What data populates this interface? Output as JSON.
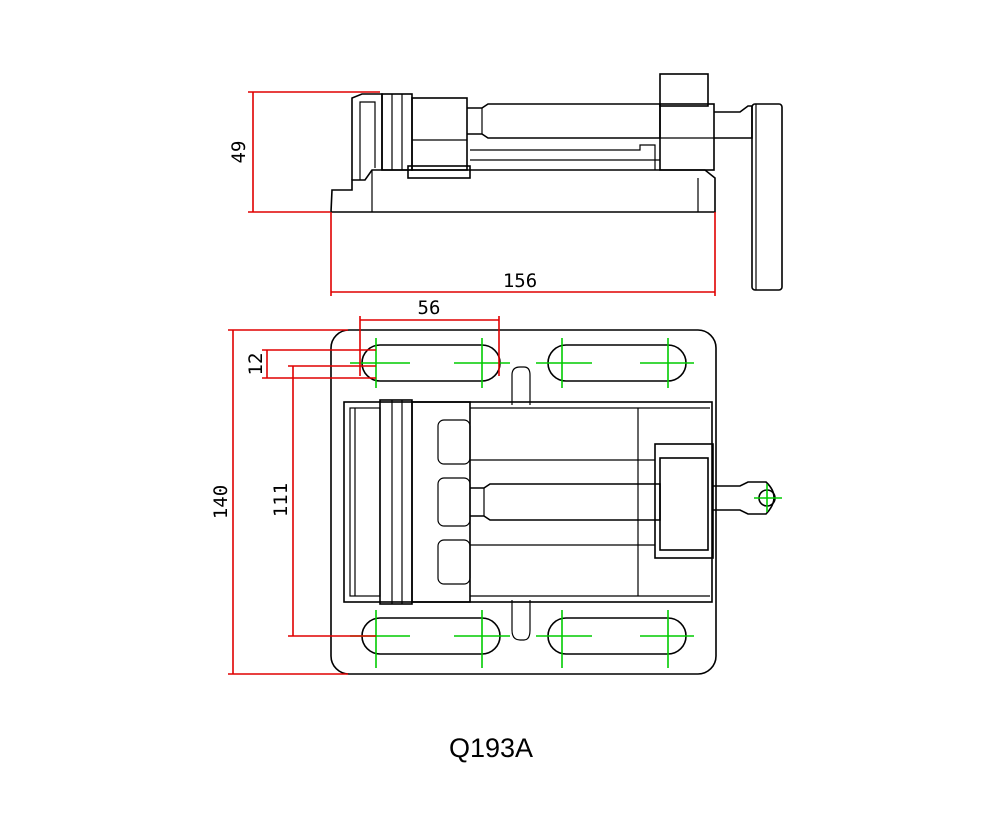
{
  "model": "Q193A",
  "dimensions": {
    "height": "49",
    "length": "156",
    "slot_spacing": "56",
    "slot_width": "12",
    "inner_width": "111",
    "overall_width": "140"
  },
  "colors": {
    "outline": "#000000",
    "dimension_lines": "#e00000",
    "centerlines": "#00cc00"
  }
}
